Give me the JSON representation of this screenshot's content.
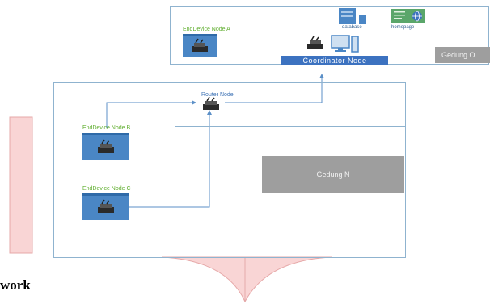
{
  "nodes": {
    "end_a": "EndDevice Node A",
    "end_b": "EndDevice Node B",
    "end_c": "EndDevice Node C",
    "router": "Router Node",
    "coordinator": "Coordinator Node"
  },
  "services": {
    "database": "database",
    "homepage": "homepage"
  },
  "buildings": {
    "o": "Gedung O",
    "n": "Gedung N"
  },
  "caption": "work",
  "icons": [
    "zigbee-device-icon",
    "database-server-icon",
    "web-page-icon",
    "computer-icon"
  ],
  "colors": {
    "accent_blue": "#3c72c0",
    "node_blue": "#4a86c5",
    "label_green": "#5fae2e",
    "building_grey": "#9e9e9e",
    "arrow_blue": "#5b8fc7",
    "pink": "#f9d5d5"
  }
}
